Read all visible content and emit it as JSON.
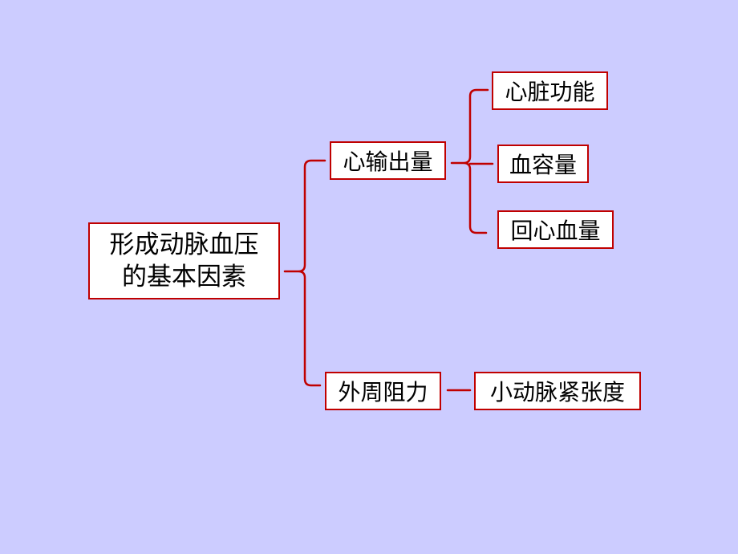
{
  "colors": {
    "background": "#CCCCFF",
    "box_border": "#C00000",
    "box_fill": "#FFFFFF",
    "connector": "#C00000",
    "text": "#000000"
  },
  "root": {
    "line1": "形成动脉血压",
    "line2": "的基本因素"
  },
  "factors": {
    "cardiac_output": "心输出量",
    "peripheral_resistance": "外周阻力"
  },
  "cardiac_output_children": {
    "heart_function": "心脏功能",
    "blood_volume": "血容量",
    "venous_return": "回心血量"
  },
  "resistance_child": {
    "arteriole_tension": "小动脉紧张度"
  }
}
